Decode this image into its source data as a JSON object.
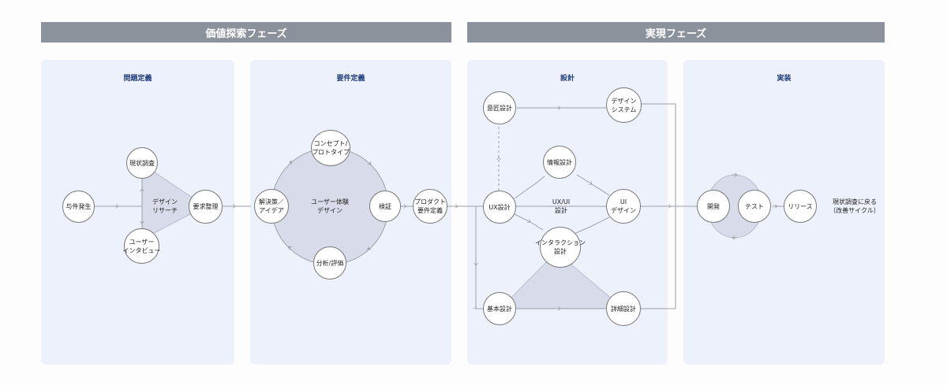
{
  "phases": {
    "value_exploration": "価値探索フェーズ",
    "realization": "実現フェーズ"
  },
  "panels": {
    "problem_definition": "問題定義",
    "requirement_definition": "要件定義",
    "design": "設計",
    "implementation": "実装"
  },
  "nodes": {
    "incident": "与件発生",
    "current_research": "現状調査",
    "user_interview": [
      "ユーザー",
      "インタビュー"
    ],
    "requirement_organize": "要求整理",
    "solution_idea": [
      "解決策／",
      "アイデア"
    ],
    "concept_prototype": [
      "コンセプト/",
      "プロトタイプ"
    ],
    "verification": "検証",
    "analysis_evaluation": "分析/評価",
    "product_requirement": [
      "プロダクト",
      "要件定義"
    ],
    "intent_design": "意匠設計",
    "design_system": [
      "デザイン",
      "システム"
    ],
    "info_design": "情報設計",
    "ux_design": "UX設計",
    "ui_design": [
      "UI",
      "デザイン"
    ],
    "interaction_design": [
      "インタラクション",
      "設計"
    ],
    "basic_design": "基本設計",
    "detail_design": "詳細設計",
    "development": "開発",
    "test": "テスト",
    "release": "リリース"
  },
  "labels": {
    "design_research": [
      "デザイン",
      "リサーチ"
    ],
    "ux_design_center": [
      "ユーザー体験",
      "デザイン"
    ],
    "uxui_design": [
      "UX/UI",
      "設計"
    ],
    "return_note": [
      "現状調査に戻る",
      "（改善サイクル）"
    ]
  }
}
